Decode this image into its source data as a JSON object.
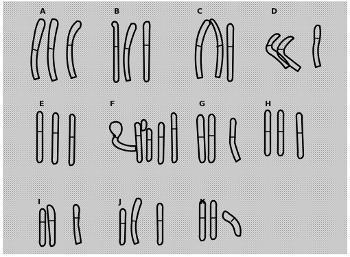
{
  "figure": {
    "background_color": "#d6d6d6",
    "stipple_color": "#9a9a9a",
    "outline_color": "#000000",
    "groups": [
      {
        "label": "A"
      },
      {
        "label": "B"
      },
      {
        "label": "C"
      },
      {
        "label": "D"
      },
      {
        "label": "E"
      },
      {
        "label": "F"
      },
      {
        "label": "G"
      },
      {
        "label": "H"
      },
      {
        "label": "I"
      },
      {
        "label": "J"
      },
      {
        "label": "K"
      }
    ]
  }
}
